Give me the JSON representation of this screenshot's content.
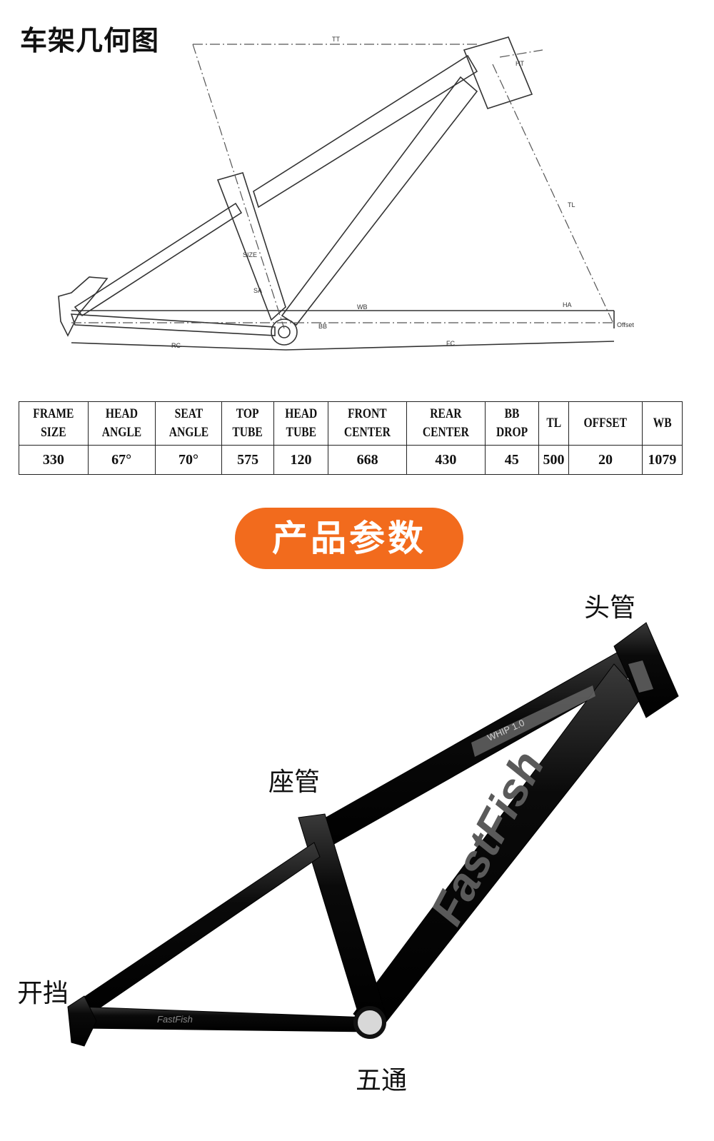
{
  "geometry": {
    "title": "车架几何图",
    "labels": {
      "tt": "TT",
      "ht": "HT",
      "tl": "TL",
      "size": "SIZE",
      "sa": "SA",
      "ha": "HA",
      "wb": "WB",
      "bb": "BB",
      "rc": "RC",
      "fc": "FC",
      "offset": "Offset"
    }
  },
  "spec_table": {
    "headers": [
      "FRAME\nSIZE",
      "HEAD\nANGLE",
      "SEAT\nANGLE",
      "TOP\nTUBE",
      "HEAD\nTUBE",
      "FRONT\nCENTER",
      "REAR\nCENTER",
      "BB\nDROP",
      "TL",
      "OFFSET",
      "WB"
    ],
    "values": [
      "330",
      "67°",
      "70°",
      "575",
      "120",
      "668",
      "430",
      "45",
      "500",
      "20",
      "1079"
    ]
  },
  "section_title": "产品参数",
  "callouts": {
    "head_tube": "头管",
    "seat_tube": "座管",
    "dropout": "开挡",
    "bottom_bracket": "五通"
  },
  "frame_graphics": {
    "brand": "FastFish",
    "model": "WHIP 1.0"
  },
  "colors": {
    "accent": "#f26b1d",
    "frame": "#0c0c0c"
  }
}
